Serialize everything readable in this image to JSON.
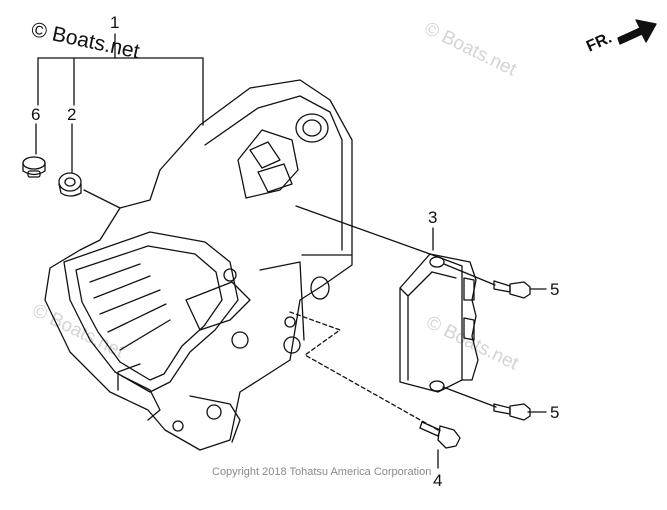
{
  "diagram": {
    "brand_mark": "© Boats.net",
    "watermark_text": "© Boats.net",
    "direction_label": "FR.",
    "copyright": "Copyright 2018 Tohatsu America Corporation",
    "callouts": {
      "c1": "1",
      "c2": "2",
      "c3": "3",
      "c4": "4",
      "c5a": "5",
      "c5b": "5",
      "c6": "6"
    },
    "colors": {
      "line": "#111111",
      "watermark": "#d4d4d4",
      "copyright": "#8a8a8a"
    },
    "icons": [
      "direction-arrow-icon"
    ]
  }
}
